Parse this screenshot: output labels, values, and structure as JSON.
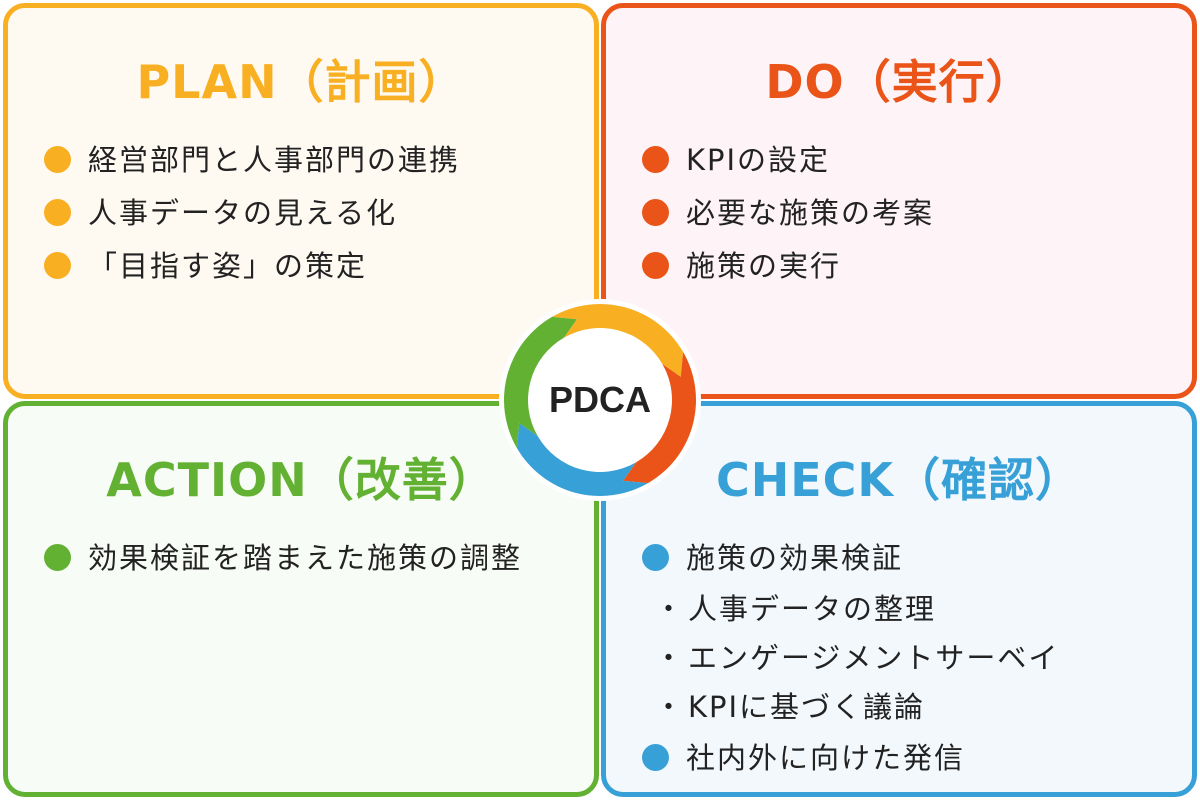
{
  "colors": {
    "plan": "#F9AF22",
    "plan_bg": "#FEF9F1",
    "do": "#EA5419",
    "do_bg": "#FEF3F6",
    "action": "#62B133",
    "action_bg": "#F8FCF6",
    "check": "#37A0D7",
    "check_bg": "#F3F8FC"
  },
  "center": {
    "label": "PDCA"
  },
  "quadrants": {
    "plan": {
      "title": "PLAN（計画）",
      "items": [
        {
          "text": "経営部門と人事部門の連携"
        },
        {
          "text": "人事データの見える化"
        },
        {
          "text": "「目指す姿」の策定"
        }
      ]
    },
    "do": {
      "title": "DO（実行）",
      "items": [
        {
          "text": "KPIの設定"
        },
        {
          "text": "必要な施策の考案"
        },
        {
          "text": "施策の実行"
        }
      ]
    },
    "action": {
      "title": "ACTION（改善）",
      "items": [
        {
          "text": "効果検証を踏まえた施策の調整"
        }
      ]
    },
    "check": {
      "title": "CHECK（確認）",
      "items": [
        {
          "text": "施策の効果検証"
        },
        {
          "text": "人事データの整理",
          "sub": true
        },
        {
          "text": "エンゲージメントサーベイ",
          "sub": true
        },
        {
          "text": "KPIに基づく議論",
          "sub": true
        },
        {
          "text": "社内外に向けた発信"
        }
      ],
      "sub_marker": "・"
    }
  }
}
